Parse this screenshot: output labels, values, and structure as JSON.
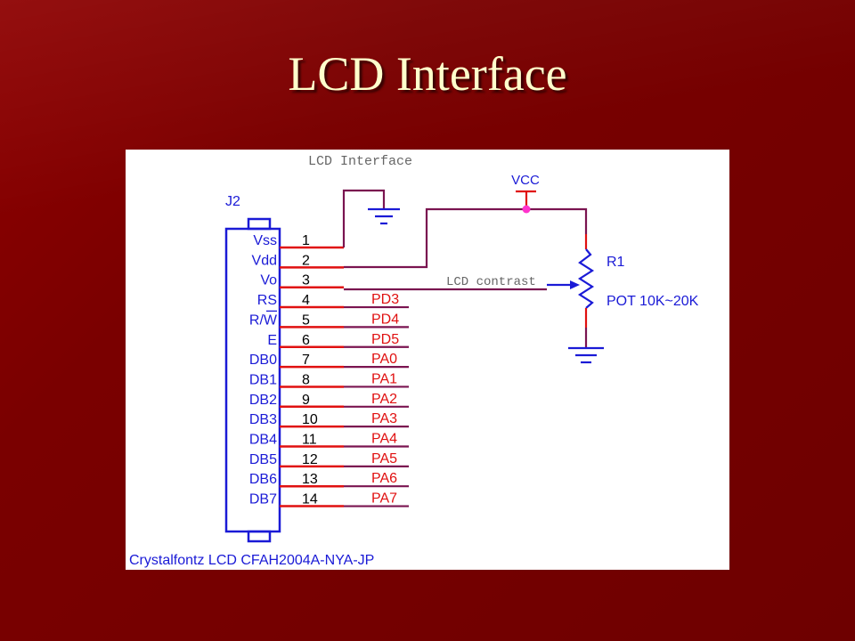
{
  "slide": {
    "title": "LCD Interface"
  },
  "schematic": {
    "caption": "LCD Interface",
    "connector": {
      "ref": "J2",
      "part": "Crystalfontz LCD CFAH2004A-NYA-JP",
      "pins": [
        {
          "num": "1",
          "name": "Vss"
        },
        {
          "num": "2",
          "name": "Vdd"
        },
        {
          "num": "3",
          "name": "Vo"
        },
        {
          "num": "4",
          "name": "RS",
          "net": "PD3"
        },
        {
          "num": "5",
          "name": "R/W",
          "net": "PD4"
        },
        {
          "num": "6",
          "name": "E",
          "net": "PD5"
        },
        {
          "num": "7",
          "name": "DB0",
          "net": "PA0"
        },
        {
          "num": "8",
          "name": "DB1",
          "net": "PA1"
        },
        {
          "num": "9",
          "name": "DB2",
          "net": "PA2"
        },
        {
          "num": "10",
          "name": "DB3",
          "net": "PA3"
        },
        {
          "num": "11",
          "name": "DB4",
          "net": "PA4"
        },
        {
          "num": "12",
          "name": "DB5",
          "net": "PA5"
        },
        {
          "num": "13",
          "name": "DB6",
          "net": "PA6"
        },
        {
          "num": "14",
          "name": "DB7",
          "net": "PA7"
        }
      ]
    },
    "power_label": "VCC",
    "contrast_net_label": "LCD contrast",
    "resistor": {
      "ref": "R1",
      "value": "POT 10K~20K"
    },
    "colors": {
      "component": "#1a1ad6",
      "pin": "#e01010",
      "wire": "#7a1450",
      "net_label": "#e01010",
      "junction": "#ff33cc",
      "title_text": "#ffffcc"
    }
  }
}
